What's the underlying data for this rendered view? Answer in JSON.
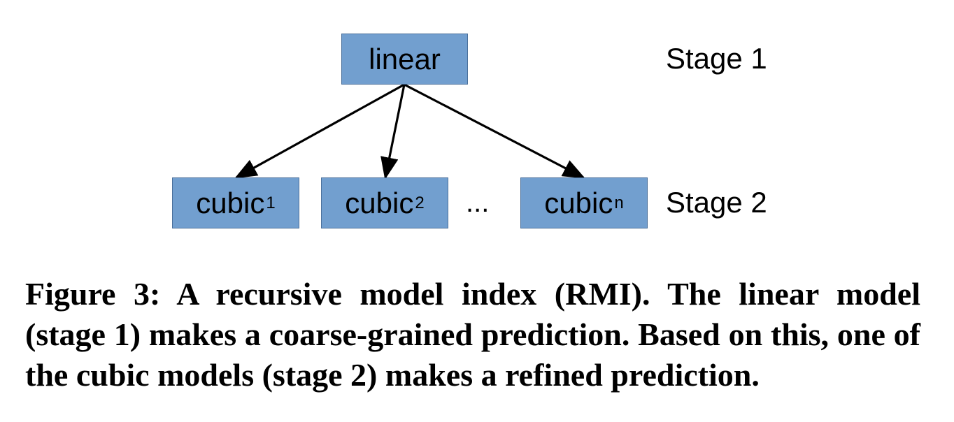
{
  "diagram": {
    "root": {
      "label": "linear"
    },
    "children": [
      {
        "label": "cubic",
        "sub": "1"
      },
      {
        "label": "cubic",
        "sub": "2"
      },
      {
        "label": "cubic",
        "sub": "n"
      }
    ],
    "ellipsis": "...",
    "stages": [
      "Stage 1",
      "Stage 2"
    ],
    "colors": {
      "node_fill": "#729fcf",
      "node_border": "#4a6f9a",
      "arrow": "#000000"
    }
  },
  "caption": "Figure 3: A recursive model index (RMI). The linear model (stage 1) makes a coarse-grained prediction. Based on this, one of the cubic models (stage 2) makes a refined prediction."
}
